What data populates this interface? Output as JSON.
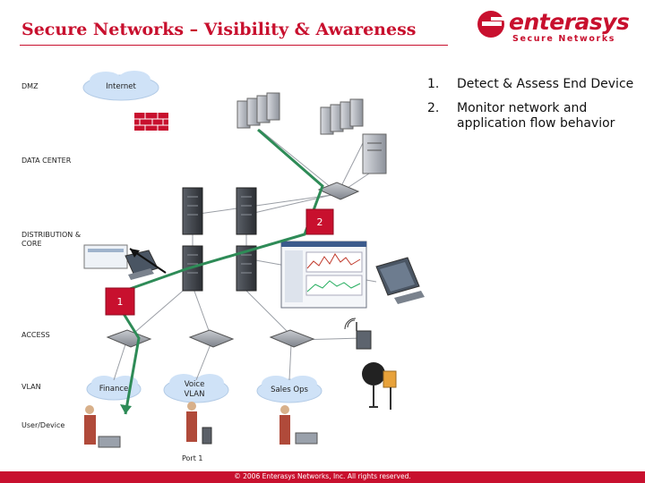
{
  "header": {
    "title": "Secure Networks – Visibility & Awareness",
    "logo_word": "enterasys",
    "logo_sub": "Secure Networks"
  },
  "layers": {
    "dmz": "DMZ",
    "data_center": "DATA CENTER",
    "distribution_core": "DISTRIBUTION & CORE",
    "access": "ACCESS",
    "vlan": "VLAN",
    "user_device": "User/Device"
  },
  "clouds": {
    "internet": "Internet",
    "finance": "Finance",
    "voice_vlan": "Voice VLAN",
    "sales_ops": "Sales Ops"
  },
  "steps": [
    {
      "num": "1.",
      "text": "Detect & Assess End Device"
    },
    {
      "num": "2.",
      "text": "Monitor network and application flow behavior"
    }
  ],
  "markers": {
    "m1": "1",
    "m2": "2"
  },
  "port_label": "Port 1",
  "footer": "© 2006 Enterasys Networks, Inc. All rights reserved.",
  "colors": {
    "brand": "#c8102e",
    "flow": "#2e8b57",
    "marker": "#c8102e",
    "cloud": "#cfe2f7"
  }
}
